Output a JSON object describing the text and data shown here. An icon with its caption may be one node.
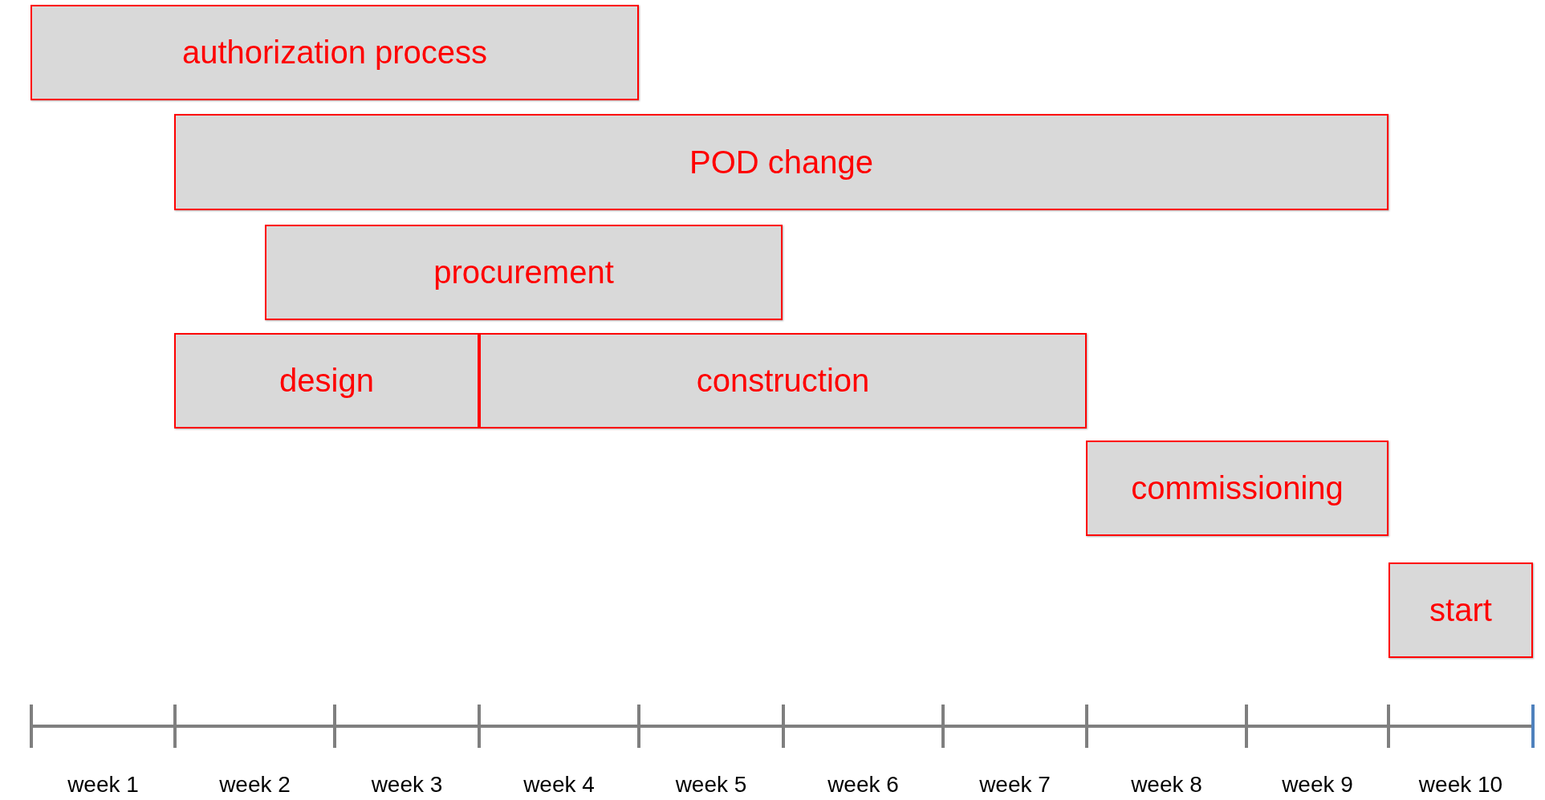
{
  "diagram": {
    "nodes": [
      {
        "text": [
          "authorization process"
        ]
      },
      {
        "text": [
          "POD change"
        ]
      },
      {
        "text": [
          "procurement"
        ]
      },
      {
        "text": [
          "design"
        ]
      },
      {
        "text": [
          "construction"
        ]
      },
      {
        "text": [
          "commissioning"
        ]
      },
      {
        "text": [
          "start"
        ]
      }
    ],
    "edges": [],
    "labels": [
      "week 1",
      "week 2",
      "week 3",
      "week 4",
      "week 5",
      "week 6",
      "week 7",
      "week 8",
      "week 9",
      "week 10"
    ]
  }
}
